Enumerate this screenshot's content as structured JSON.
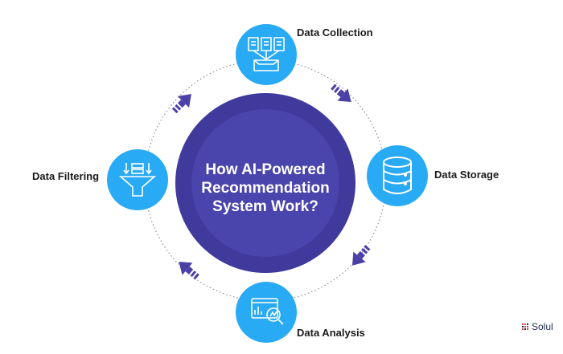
{
  "diagram": {
    "center_title_lines": [
      "How AI-Powered",
      "Recommendation",
      "System Work?"
    ],
    "stages": [
      {
        "label": "Data Collection",
        "icon": "documents-into-tray-icon"
      },
      {
        "label": "Data Storage",
        "icon": "database-icon"
      },
      {
        "label": "Data Analysis",
        "icon": "magnifier-chart-icon"
      },
      {
        "label": "Data Filtering",
        "icon": "server-funnel-icon"
      }
    ],
    "colors": {
      "node": "#29aaf4",
      "center_outer": "#3f3a9b",
      "center_inner": "#4a44ad",
      "arrow": "#4a40a6",
      "orbit": "#7a7a7a"
    }
  },
  "brand": {
    "text": "Solul",
    "icon": "brand-logo-icon"
  }
}
